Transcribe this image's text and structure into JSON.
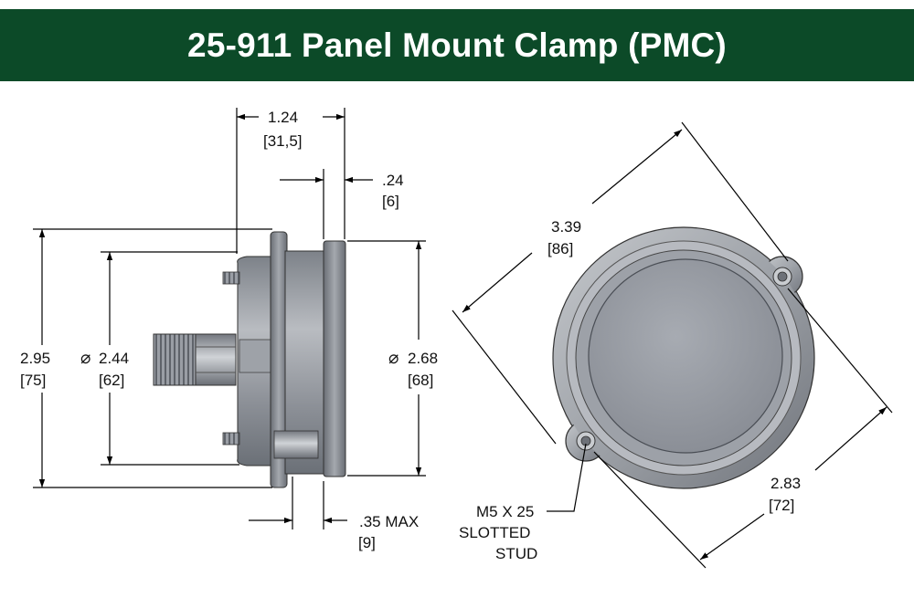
{
  "title": "25-911 Panel Mount Clamp (PMC)",
  "colors": {
    "title_bg": "#0c4a28",
    "title_text": "#ffffff",
    "metal": "#8c9097",
    "metal_dark": "#5c6168",
    "metal_light": "#c3c6cb"
  },
  "side_view": {
    "dim_depth": {
      "in": "1.24",
      "mm": "[31,5]"
    },
    "dim_flange": {
      "in": ".24",
      "mm": "[6]"
    },
    "dim_height": {
      "in": "2.95",
      "mm": "[75]"
    },
    "dim_body_dia": {
      "in": "2.44",
      "mm": "[62]"
    },
    "dim_face_dia": {
      "in": "2.68",
      "mm": "[68]"
    },
    "dim_panel": {
      "in": ".35 MAX",
      "mm": "[9]"
    },
    "dia_symbol": "⌀"
  },
  "front_view": {
    "dim_span": {
      "in": "3.39",
      "mm": "[86]"
    },
    "dim_hole": {
      "in": "2.83",
      "mm": "[72]"
    },
    "stud_label": {
      "line1": "M5 X 25",
      "line2": "SLOTTED",
      "line3": "STUD"
    }
  }
}
